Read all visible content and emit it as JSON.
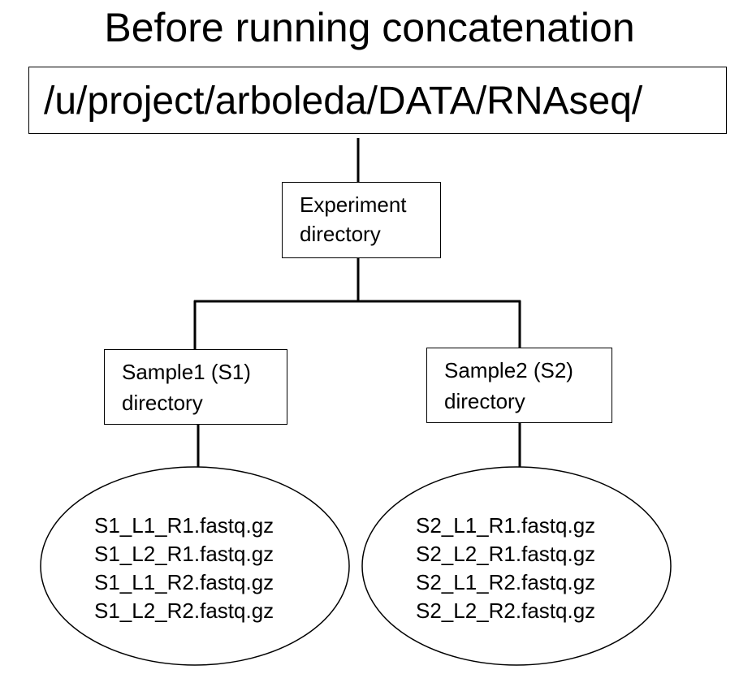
{
  "title": "Before running concatenation",
  "root": {
    "label": "/u/project/arboleda/DATA/RNAseq/"
  },
  "experiment": {
    "line1": "Experiment",
    "line2": "directory"
  },
  "samples": [
    {
      "line1": "Sample1 (S1)",
      "line2": "directory",
      "files": [
        "S1_L1_R1.fastq.gz",
        "S1_L2_R1.fastq.gz",
        "S1_L1_R2.fastq.gz",
        "S1_L2_R2.fastq.gz"
      ]
    },
    {
      "line1": "Sample2 (S2)",
      "line2": "directory",
      "files": [
        "S2_L1_R1.fastq.gz",
        "S2_L2_R1.fastq.gz",
        "S2_L1_R2.fastq.gz",
        "S2_L2_R2.fastq.gz"
      ]
    }
  ]
}
